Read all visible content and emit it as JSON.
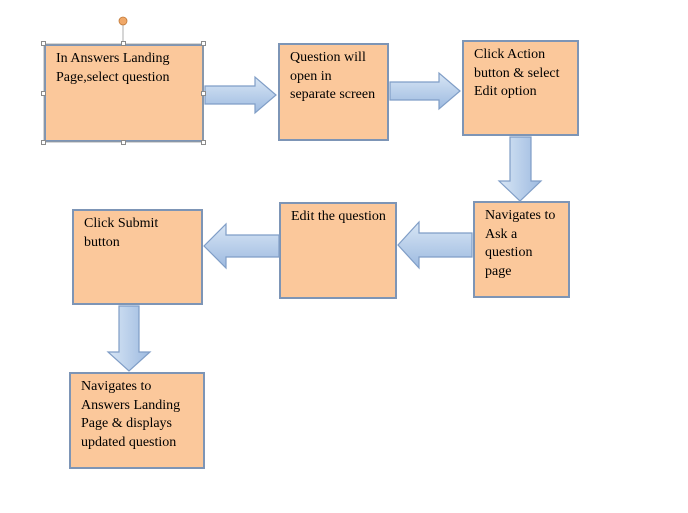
{
  "nodes": [
    {
      "id": "n1",
      "text": "In Answers Landing Page,select question"
    },
    {
      "id": "n2",
      "text": "Question will open in separate screen"
    },
    {
      "id": "n3",
      "text": "Click Action button & select Edit option"
    },
    {
      "id": "n4",
      "text": "Navigates to Ask a question page"
    },
    {
      "id": "n5",
      "text": "Edit the question"
    },
    {
      "id": "n6",
      "text": "Click Submit button"
    },
    {
      "id": "n7",
      "text": "Navigates to Answers Landing Page & displays updated question"
    }
  ],
  "edges": [
    {
      "from": "n1",
      "to": "n2",
      "direction": "right"
    },
    {
      "from": "n2",
      "to": "n3",
      "direction": "right"
    },
    {
      "from": "n3",
      "to": "n4",
      "direction": "down"
    },
    {
      "from": "n4",
      "to": "n5",
      "direction": "left"
    },
    {
      "from": "n5",
      "to": "n6",
      "direction": "left"
    },
    {
      "from": "n6",
      "to": "n7",
      "direction": "down"
    }
  ],
  "selected_node": "n1",
  "colors": {
    "box_fill": "#FBC89B",
    "box_border": "#7D95B6",
    "arrow_fill_light": "#D8E6F5",
    "arrow_fill_dark": "#9DBAE0",
    "arrow_border": "#7F9DC6",
    "rotation_handle": "#F0A868"
  }
}
